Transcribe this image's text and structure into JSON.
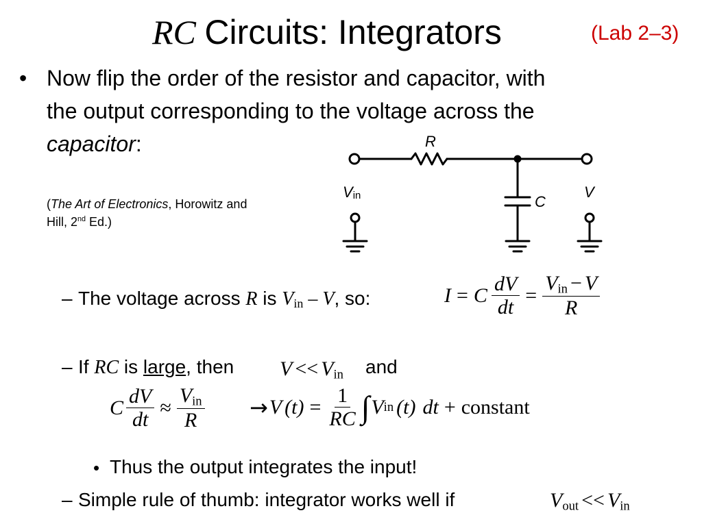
{
  "slide": {
    "title_rc": "RC",
    "title_rest": "Circuits: Integrators",
    "lab_tag": "(Lab 2–3)"
  },
  "bullet1": {
    "marker": "•",
    "line1": "Now flip the order of the resistor and capacitor, with",
    "line2": "the output corresponding to the voltage across the",
    "line3_italic": "capacitor",
    "line3_colon": ":"
  },
  "citation": {
    "open": "(",
    "book": "The Art of Electronics",
    "authors": ", Horowitz and",
    "line2_pre": "Hill, 2",
    "sup": "nd",
    "line2_post": " Ed.)"
  },
  "circuit": {
    "label_R": "R",
    "label_C": "C",
    "label_Vin_V": "V",
    "label_Vin_sub": "in",
    "label_V": "V"
  },
  "sub1": {
    "dash": "–",
    "text1": "The voltage across ",
    "R": "R",
    "text2": " is ",
    "V1": "V",
    "sub1": "in",
    "minus": " – ",
    "V2": "V",
    "text3": ", so:"
  },
  "eq1": {
    "I": "I",
    "eq": "=",
    "C": "C",
    "num": "dV",
    "den": "dt",
    "eq2": "=",
    "rnum_V": "V",
    "rnum_sub": "in",
    "rnum_minus": "−",
    "rnum_V2": "V",
    "rden": "R"
  },
  "sub2": {
    "dash": "–",
    "if": "If ",
    "RC": "RC",
    "is": " is ",
    "large": "large",
    "then": ", then",
    "and": "and"
  },
  "ineq1": {
    "V": "V",
    "ll": "<<",
    "Vin": "V",
    "sub": "in"
  },
  "eq2": {
    "C": "C",
    "num": "dV",
    "den": "dt",
    "approx": "≈",
    "rnum_V": "V",
    "rnum_sub": "in",
    "rden": "R"
  },
  "eq3": {
    "arrow": "→",
    "Vt": "V",
    "paren_t": "(t)",
    "eq": "=",
    "num": "1",
    "den": "RC",
    "integral": "∫",
    "Vin": "V",
    "Vin_sub": "in",
    "Vin_t": "(t)",
    "dt": "dt",
    "plus": "+",
    "constant": "constant"
  },
  "bullet2": {
    "marker": "•",
    "text": "Thus the output integrates the input!"
  },
  "sub3": {
    "dash": "–",
    "text": "Simple rule of thumb: integrator works well if"
  },
  "ineq2": {
    "V": "V",
    "sub": "out",
    "ll": "<<",
    "Vin": "V",
    "sub2": "in"
  }
}
